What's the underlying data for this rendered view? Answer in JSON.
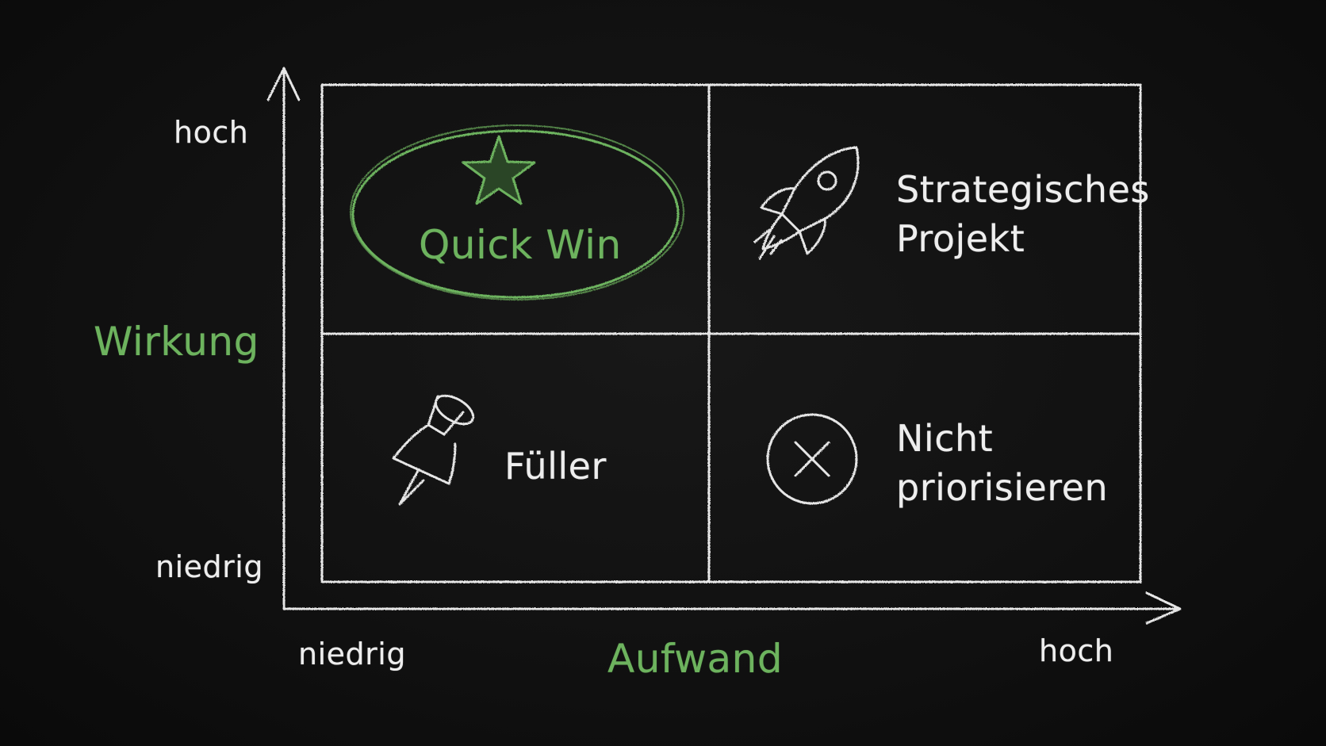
{
  "y_axis": {
    "title": "Wirkung",
    "high_label": "hoch",
    "low_label": "niedrig"
  },
  "x_axis": {
    "title": "Aufwand",
    "low_label": "niedrig",
    "high_label": "hoch"
  },
  "quadrants": {
    "top_left": {
      "label": "Quick Win",
      "icon": "star-icon"
    },
    "top_right": {
      "line1": "Strategisches",
      "line2": "Projekt",
      "icon": "rocket-icon"
    },
    "bottom_left": {
      "label": "Füller",
      "icon": "pushpin-icon"
    },
    "bottom_right": {
      "line1": "Nicht",
      "line2": "priorisieren",
      "icon": "circled-x-icon"
    }
  },
  "colors": {
    "background": "#111111",
    "chalk_white": "#eeeeee",
    "accent_green": "#6db35e"
  }
}
